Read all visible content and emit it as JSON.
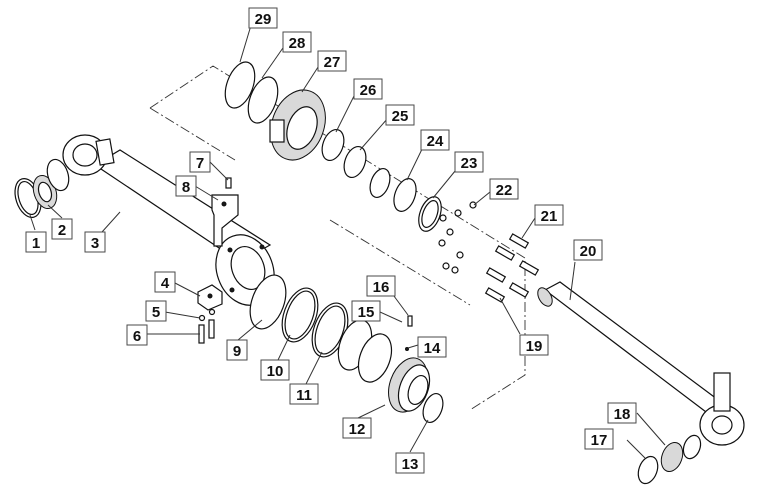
{
  "callouts": [
    {
      "id": "1",
      "label": "1"
    },
    {
      "id": "2",
      "label": "2"
    },
    {
      "id": "3",
      "label": "3"
    },
    {
      "id": "4",
      "label": "4"
    },
    {
      "id": "5",
      "label": "5"
    },
    {
      "id": "6",
      "label": "6"
    },
    {
      "id": "7",
      "label": "7"
    },
    {
      "id": "8",
      "label": "8"
    },
    {
      "id": "9",
      "label": "9"
    },
    {
      "id": "10",
      "label": "10"
    },
    {
      "id": "11",
      "label": "11"
    },
    {
      "id": "12",
      "label": "12"
    },
    {
      "id": "13",
      "label": "13"
    },
    {
      "id": "14",
      "label": "14"
    },
    {
      "id": "15",
      "label": "15"
    },
    {
      "id": "16",
      "label": "16"
    },
    {
      "id": "17",
      "label": "17"
    },
    {
      "id": "18",
      "label": "18"
    },
    {
      "id": "19",
      "label": "19"
    },
    {
      "id": "20",
      "label": "20"
    },
    {
      "id": "21",
      "label": "21"
    },
    {
      "id": "22",
      "label": "22"
    },
    {
      "id": "23",
      "label": "23"
    },
    {
      "id": "24",
      "label": "24"
    },
    {
      "id": "25",
      "label": "25"
    },
    {
      "id": "26",
      "label": "26"
    },
    {
      "id": "27",
      "label": "27"
    },
    {
      "id": "28",
      "label": "28"
    },
    {
      "id": "29",
      "label": "29"
    }
  ]
}
